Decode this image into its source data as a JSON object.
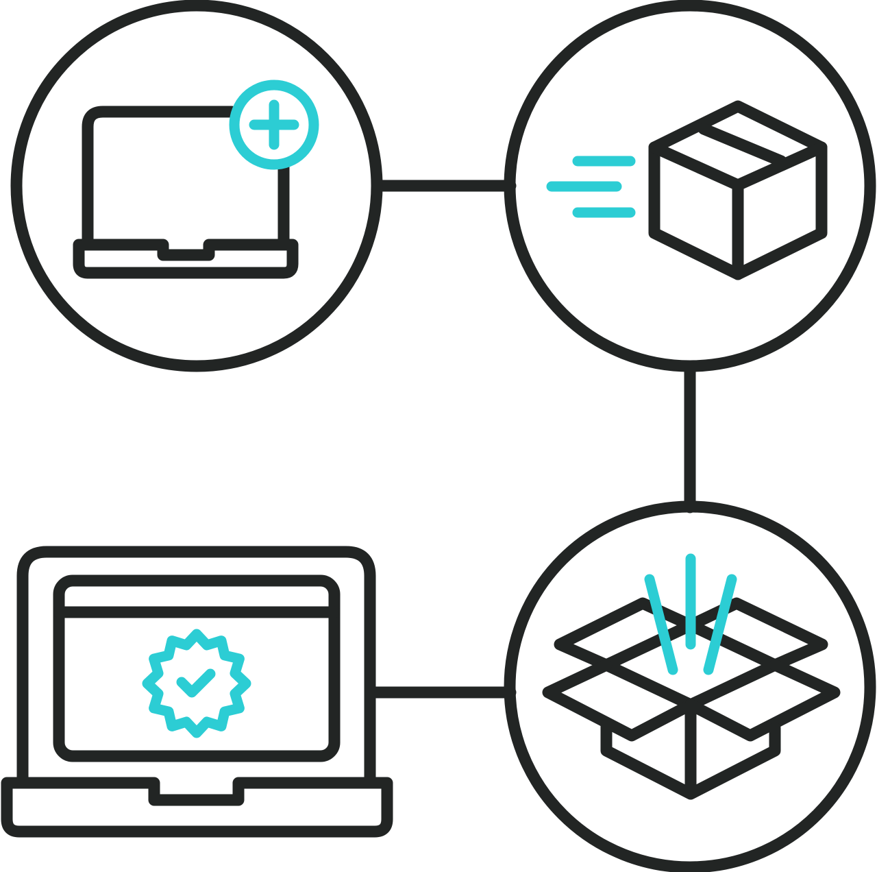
{
  "colors": {
    "outline": "#222524",
    "accent": "#2ccdd4",
    "background": "#ffffff"
  },
  "nodes": [
    {
      "id": "laptop-add",
      "icon": "laptop-plus-icon"
    },
    {
      "id": "box-shipping",
      "icon": "shipping-box-icon"
    },
    {
      "id": "box-open",
      "icon": "open-box-icon"
    },
    {
      "id": "laptop-verified",
      "icon": "laptop-verified-badge-icon"
    }
  ],
  "edges": [
    [
      "laptop-add",
      "box-shipping"
    ],
    [
      "box-shipping",
      "box-open"
    ],
    [
      "box-open",
      "laptop-verified"
    ]
  ]
}
